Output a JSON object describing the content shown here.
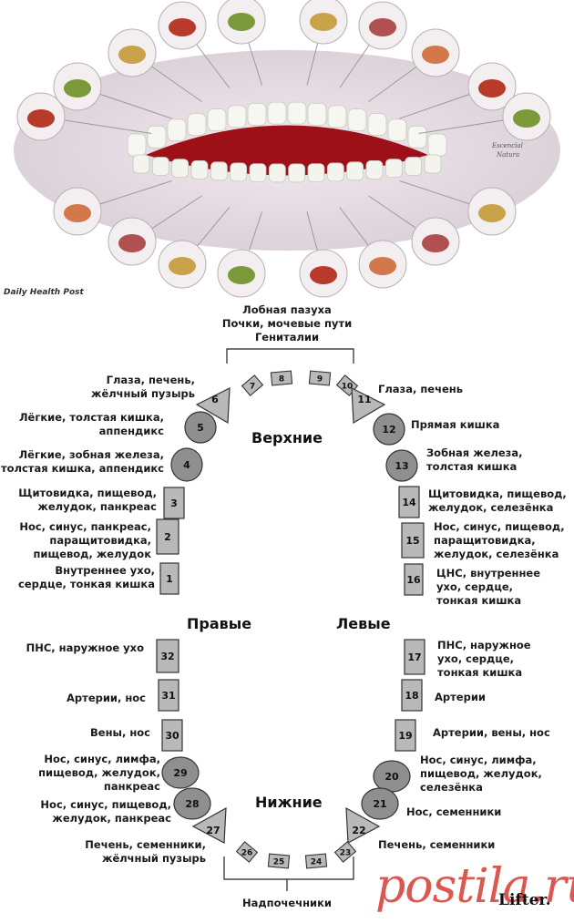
{
  "credit": "Daily Health Post",
  "illustration": {
    "brand_line1": "Escencial",
    "brand_line2": "Natura"
  },
  "sections": {
    "upper": "Верхние",
    "lower": "Нижние",
    "right": "Правые",
    "left": "Левые"
  },
  "top_label": [
    "Лобная пазуха",
    "Почки, мочевые пути",
    "Гениталии"
  ],
  "bottom_label": "Надпочечники",
  "teeth": [
    {
      "n": "1",
      "label": [
        "Внутреннее ухо,",
        "сердце, тонкая кишка"
      ]
    },
    {
      "n": "2",
      "label": [
        "Нос, синус, панкреас,",
        "паращитовидка,",
        "пищевод, желудок"
      ]
    },
    {
      "n": "3",
      "label": [
        "Щитовидка, пищевод,",
        "желудок, панкреас"
      ]
    },
    {
      "n": "4",
      "label": [
        "Лёгкие, зобная железа,",
        "толстая кишка, аппендикс"
      ]
    },
    {
      "n": "5",
      "label": [
        "Лёгкие, толстая кишка,",
        "аппендикс"
      ]
    },
    {
      "n": "6",
      "label": [
        "Глаза, печень,",
        "жёлчный пузырь"
      ]
    },
    {
      "n": "7",
      "label": []
    },
    {
      "n": "8",
      "label": []
    },
    {
      "n": "9",
      "label": []
    },
    {
      "n": "10",
      "label": []
    },
    {
      "n": "11",
      "label": [
        "Глаза, печень"
      ]
    },
    {
      "n": "12",
      "label": [
        "Прямая кишка"
      ]
    },
    {
      "n": "13",
      "label": [
        "Зобная железа,",
        "толстая кишка"
      ]
    },
    {
      "n": "14",
      "label": [
        "Щитовидка, пищевод,",
        "желудок, селезёнка"
      ]
    },
    {
      "n": "15",
      "label": [
        "Нос, синус, пищевод,",
        "паращитовидка,",
        "желудок, селезёнка"
      ]
    },
    {
      "n": "16",
      "label": [
        "ЦНС, внутреннее",
        "ухо, сердце,",
        "тонкая кишка"
      ]
    },
    {
      "n": "17",
      "label": [
        "ПНС, наружное",
        "ухо, сердце,",
        "тонкая кишка"
      ]
    },
    {
      "n": "18",
      "label": [
        "Артерии"
      ]
    },
    {
      "n": "19",
      "label": [
        "Артерии, вены, нос"
      ]
    },
    {
      "n": "20",
      "label": [
        "Нос, синус, лимфа,",
        "пищевод, желудок,",
        "селезёнка"
      ]
    },
    {
      "n": "21",
      "label": [
        "Нос, семенники"
      ]
    },
    {
      "n": "22",
      "label": [
        "Печень, семенники"
      ]
    },
    {
      "n": "23",
      "label": []
    },
    {
      "n": "24",
      "label": []
    },
    {
      "n": "25",
      "label": []
    },
    {
      "n": "26",
      "label": []
    },
    {
      "n": "27",
      "label": [
        "Печень, семенники,",
        "жёлчный пузырь"
      ]
    },
    {
      "n": "28",
      "label": [
        "Нос, синус, пищевод,",
        "желудок, панкреас"
      ]
    },
    {
      "n": "29",
      "label": [
        "Нос, синус, лимфа,",
        "пищевод, желудок,",
        "панкреас"
      ]
    },
    {
      "n": "30",
      "label": [
        "Вены, нос"
      ]
    },
    {
      "n": "31",
      "label": [
        "Артерии, нос"
      ]
    },
    {
      "n": "32",
      "label": [
        "ПНС, наружное ухо"
      ]
    }
  ],
  "watermarks": {
    "lifter": "Lifter.",
    "postila": "postila.ru"
  },
  "colors": {
    "tooth_fill": "#b9b9b9",
    "tooth_stroke": "#333333",
    "gum": "#e8dfe6",
    "lip": "#b0141c",
    "organ_circle": "#f3eef0"
  }
}
